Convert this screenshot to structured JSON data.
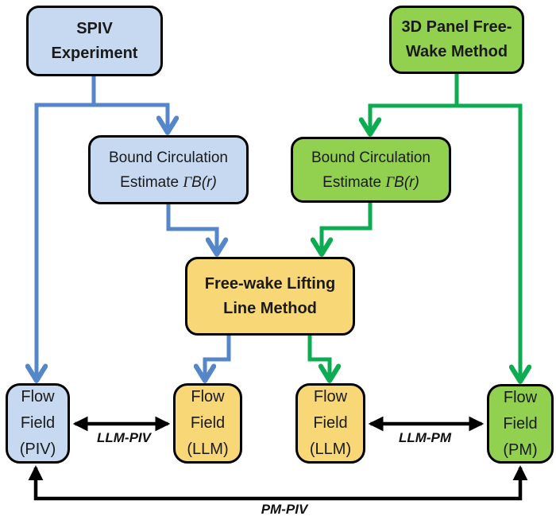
{
  "diagram": {
    "title_implicit": "Free-wake lifting line method validation flowchart",
    "colors": {
      "box_blue_fill": "#C6D9F1",
      "box_green_fill": "#92D050",
      "box_yellow_fill": "#F8D776",
      "box_border": "#000000",
      "edge_blue": "#5586C9",
      "edge_green": "#0EAC52",
      "edge_black": "#000000"
    },
    "boxes": {
      "spiv": {
        "text": "SPIV\nExperiment"
      },
      "panel_method": {
        "text": "3D Panel Free-\nWake Method"
      },
      "bound_circ_piv": {
        "line1": "Bound Circulation",
        "line2_prefix": "Estimate ",
        "line2_gamma": "Γ",
        "line2_rest": "B(r)"
      },
      "bound_circ_pm": {
        "line1": "Bound Circulation",
        "line2_prefix": "Estimate ",
        "line2_gamma": "Γ",
        "line2_rest": "B(r)"
      },
      "lifting_line": {
        "text": "Free-wake Lifting\nLine Method"
      },
      "flow_field_piv": {
        "text": "Flow\nField\n(PIV)"
      },
      "flow_field_llm_left": {
        "text": "Flow\nField\n(LLM)"
      },
      "flow_field_llm_right": {
        "text": "Flow\nField\n(LLM)"
      },
      "flow_field_pm": {
        "text": "Flow\nField\n(PM)"
      }
    },
    "edge_labels": {
      "llm_piv": "LLM-PIV",
      "llm_pm": "LLM-PM",
      "pm_piv": "PM-PIV"
    }
  }
}
